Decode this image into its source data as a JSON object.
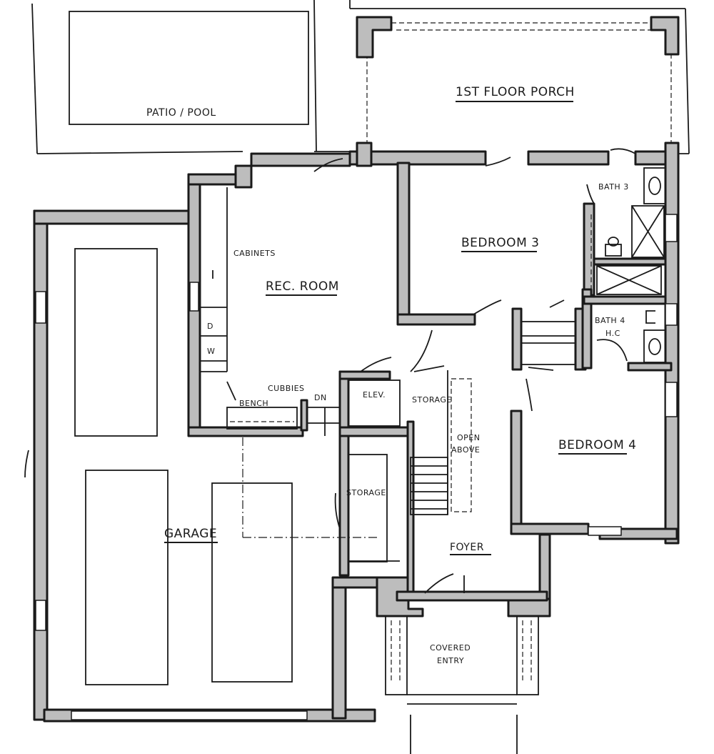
{
  "rooms": {
    "patio_pool": "PATIO / POOL",
    "porch": "1ST FLOOR PORCH",
    "bedroom3": "BEDROOM 3",
    "bath3": "BATH 3",
    "rec_room": "REC. ROOM",
    "cabinets": "CABINETS",
    "bath4": "BATH 4",
    "hc": "H.C",
    "cubbies": "CUBBIES",
    "bench": "BENCH",
    "dn": "DN",
    "elev": "ELEV.",
    "storage_upper": "STORAGE",
    "open_above_1": "OPEN",
    "open_above_2": "ABOVE",
    "bedroom4": "BEDROOM 4",
    "storage_lower": "STORAGE",
    "garage": "GARAGE",
    "foyer": "FOYER",
    "covered_entry_1": "COVERED",
    "covered_entry_2": "ENTRY",
    "dryer": "D",
    "washer": "W"
  }
}
